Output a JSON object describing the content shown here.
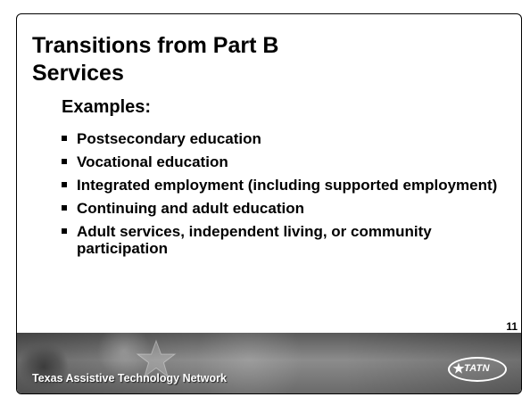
{
  "slide": {
    "title": "Transitions from Part B Services",
    "subheading": "Examples:",
    "bullets": [
      "Postsecondary education",
      "Vocational education",
      "Integrated employment (including supported employment)",
      "Continuing and adult education",
      "Adult services, independent living, or community participation"
    ],
    "page_number": "11"
  },
  "footer": {
    "network_name": "Texas Assistive Technology Network",
    "logo_text": "TATN",
    "logo_icon": "star-icon"
  }
}
